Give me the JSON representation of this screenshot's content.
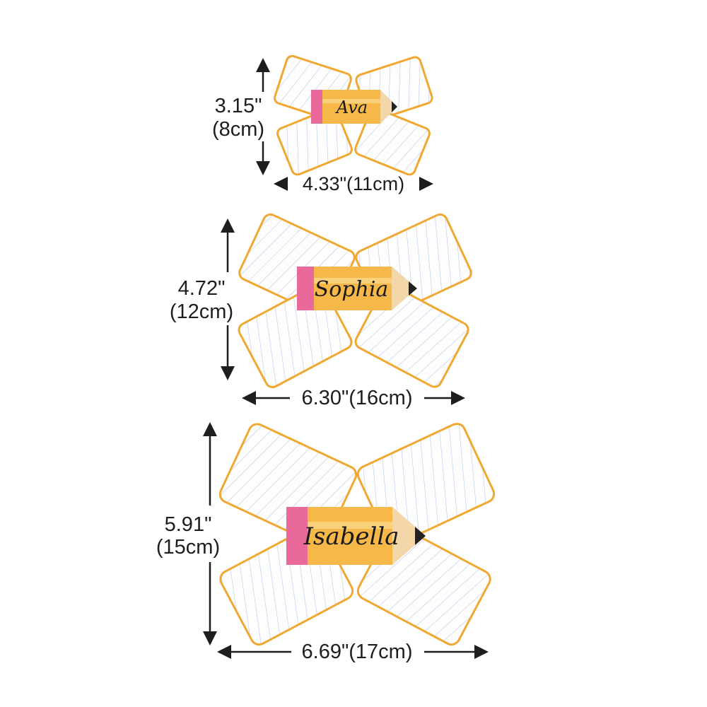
{
  "bows": [
    {
      "name": "Ava",
      "height_in": "3.15\"",
      "height_cm": "(8cm)",
      "width": "4.33\"(11cm)"
    },
    {
      "name": "Sophia",
      "height_in": "4.72\"",
      "height_cm": "(12cm)",
      "width": "6.30\"(16cm)"
    },
    {
      "name": "Isabella",
      "height_in": "5.91\"",
      "height_cm": "(15cm)",
      "width": "6.69\"(17cm)"
    }
  ],
  "colors": {
    "pencil": "#f7b84a",
    "eraser": "#e8699a",
    "ribbon_edge": "#f0a830",
    "arrow": "#1e1e1e"
  }
}
